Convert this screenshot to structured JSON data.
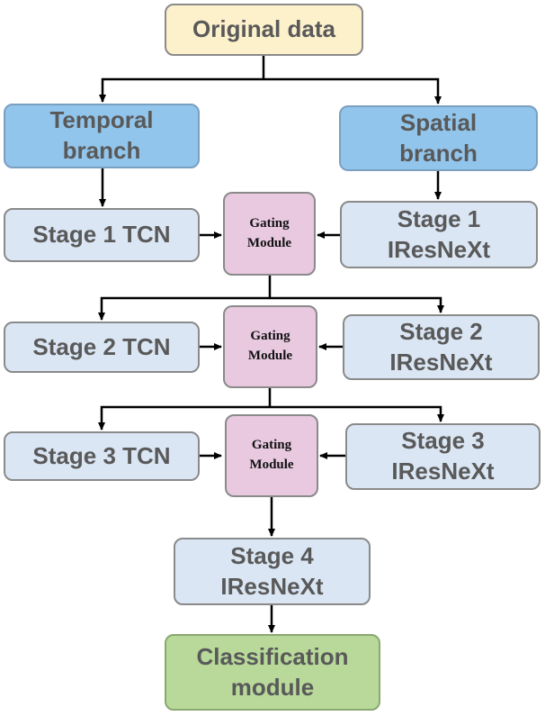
{
  "nodes": {
    "original_data": {
      "lines": [
        "Original data"
      ]
    },
    "temporal_branch": {
      "lines": [
        "Temporal",
        "branch"
      ]
    },
    "spatial_branch": {
      "lines": [
        "Spatial",
        "branch"
      ]
    },
    "stage1_tcn": {
      "lines": [
        "Stage 1 TCN"
      ]
    },
    "gating1": {
      "lines": [
        "Gating",
        "Module"
      ]
    },
    "stage1_iresnext": {
      "lines": [
        "Stage 1",
        "IResNeXt"
      ]
    },
    "stage2_tcn": {
      "lines": [
        "Stage 2 TCN"
      ]
    },
    "gating2": {
      "lines": [
        "Gating",
        "Module"
      ]
    },
    "stage2_iresnext": {
      "lines": [
        "Stage 2",
        "IResNeXt"
      ]
    },
    "stage3_tcn": {
      "lines": [
        "Stage 3 TCN"
      ]
    },
    "gating3": {
      "lines": [
        "Gating",
        "Module"
      ]
    },
    "stage3_iresnext": {
      "lines": [
        "Stage 3",
        "IResNeXt"
      ]
    },
    "stage4_iresnext": {
      "lines": [
        "Stage 4",
        "IResNeXt"
      ]
    },
    "classification": {
      "lines": [
        "Classification",
        "module"
      ]
    }
  },
  "colors": {
    "cream": "#fdf1cc",
    "branch_blue": "#92c5ec",
    "stage_light_blue": "#dbe6f4",
    "gating_pink": "#e8c9e0",
    "classification_green": "#b8d99a",
    "arrow": "#000000"
  }
}
